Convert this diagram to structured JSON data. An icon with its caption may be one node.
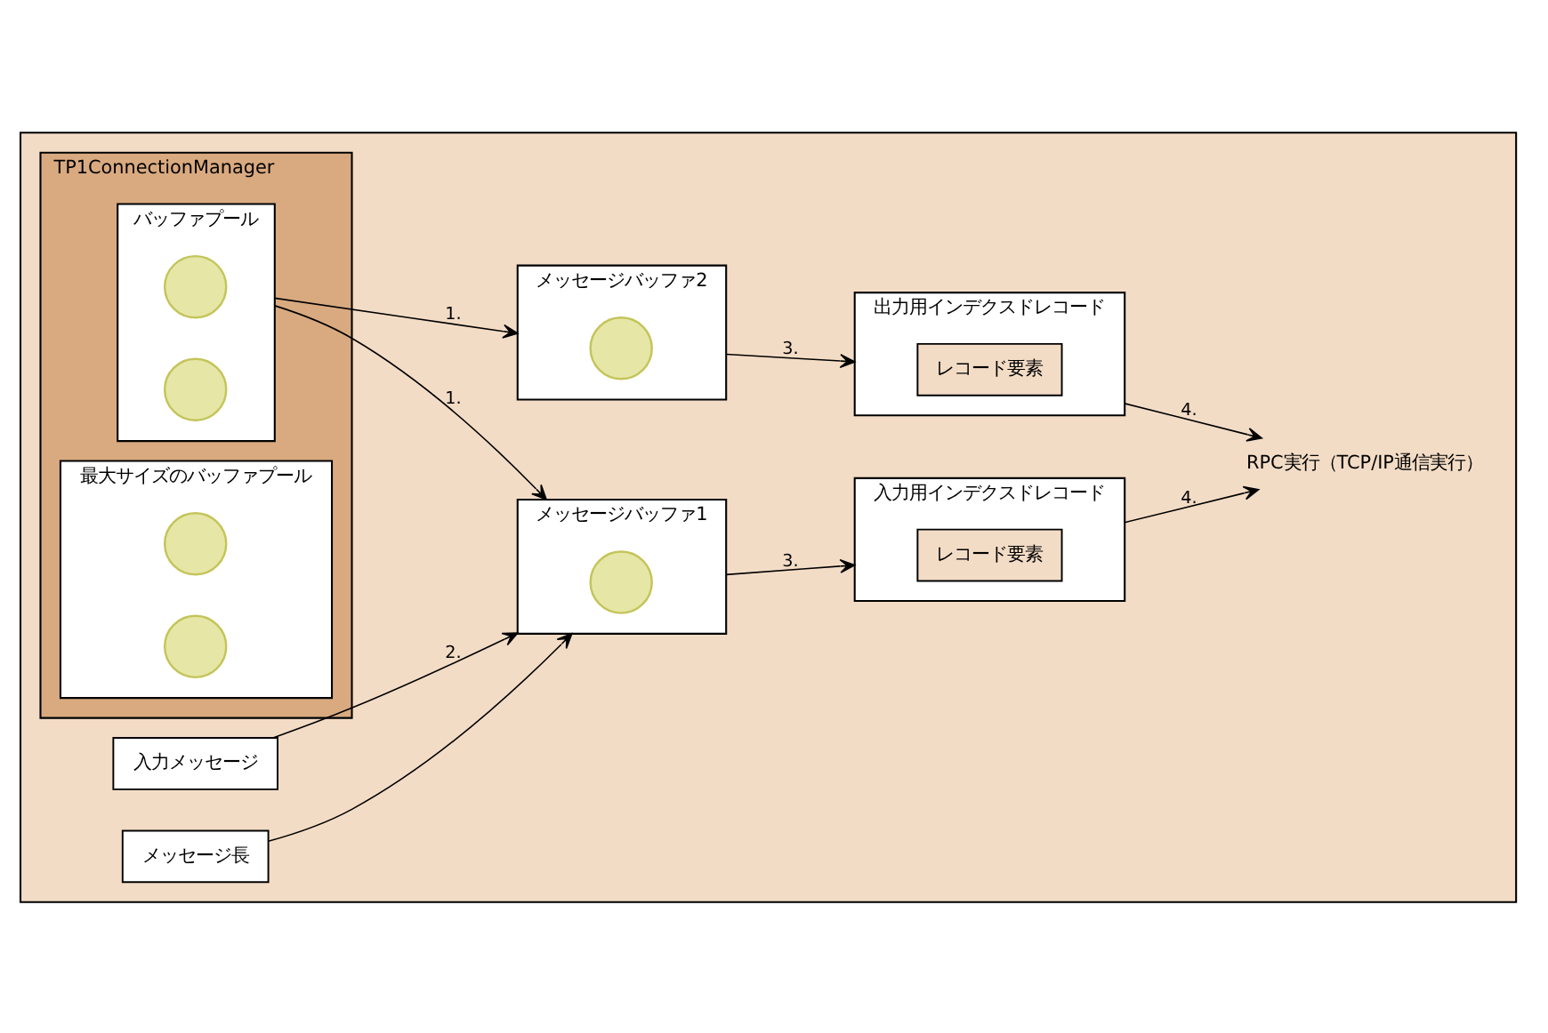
{
  "diagram": {
    "nodes": [
      {
        "text": [],
        "shape": "box"
      },
      {
        "text": [
          "TP1ConnectionManager"
        ],
        "in": 0
      },
      {
        "text": [
          "バッファプール"
        ],
        "in": 1
      },
      {
        "text": [],
        "shape": "circle",
        "in": 2
      },
      {
        "text": [],
        "shape": "circle",
        "in": 2
      },
      {
        "text": [
          "最大サイズのバッファプール"
        ],
        "in": 1
      },
      {
        "text": [],
        "shape": "circle",
        "in": 5
      },
      {
        "text": [],
        "shape": "circle",
        "in": 5
      },
      {
        "text": [
          "メッセージバッファ1"
        ],
        "in": 0
      },
      {
        "text": [],
        "shape": "circle",
        "in": 8
      },
      {
        "text": [
          "入力メッセージ"
        ],
        "in": 0
      },
      {
        "text": [
          "メッセージ長"
        ],
        "in": 0
      },
      {
        "text": [
          "入力用インデクスドレコード"
        ],
        "in": 0
      },
      {
        "text": [
          "レコード要素"
        ],
        "in": 12
      },
      {
        "text": [
          "RPC実行（TCP/IP通信実行）"
        ],
        "in": 0
      },
      {
        "text": [
          "メッセージバッファ2"
        ],
        "in": 0
      },
      {
        "text": [],
        "shape": "circle",
        "in": 15
      },
      {
        "text": [
          "出力用インデクスドレコード"
        ],
        "in": 0
      },
      {
        "text": [
          "レコード要素"
        ],
        "in": 17
      }
    ],
    "edges": [
      {
        "from": 2,
        "to": 8,
        "label": "1.",
        "arrow": "to"
      },
      {
        "from": 2,
        "to": 15,
        "label": "1.",
        "arrow": "to"
      },
      {
        "from": 10,
        "to": 8,
        "label": "2.",
        "arrow": "to"
      },
      {
        "from": 11,
        "to": 8,
        "arrow": "to"
      },
      {
        "from": 8,
        "to": 12,
        "label": "3.",
        "arrow": "to"
      },
      {
        "from": 15,
        "to": 17,
        "label": "3.",
        "arrow": "to"
      },
      {
        "from": 12,
        "to": 14,
        "label": "4.",
        "arrow": "to"
      },
      {
        "from": 17,
        "to": 14,
        "label": "4.",
        "arrow": "to"
      }
    ]
  }
}
